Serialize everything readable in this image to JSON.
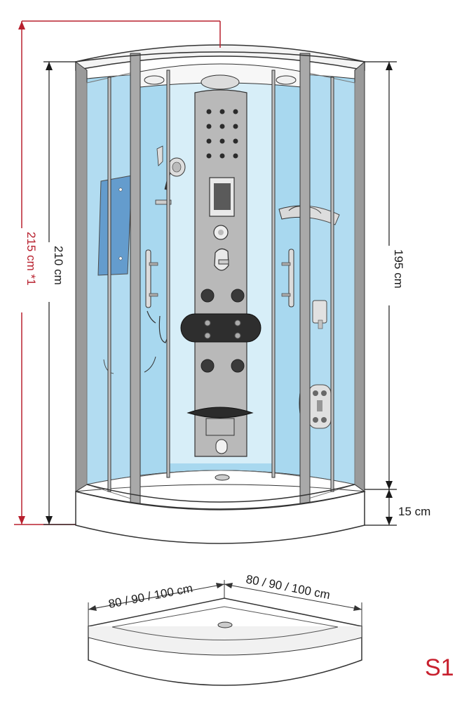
{
  "dimensions": {
    "total_height_label": "215 cm *1",
    "cabin_height_label": "210 cm",
    "glass_height_label": "195 cm",
    "tray_height_label": "15 cm",
    "width_left_label": "80 / 90 / 100 cm",
    "width_right_label": "80 / 90 / 100 cm"
  },
  "variant_label": "S1",
  "colors": {
    "glass": "#a8d8ef",
    "frame": "#a9a9a9",
    "panel": "#b8b8b8",
    "accent_red": "#b8202e",
    "variant_red": "#c8202e",
    "dark": "#2b2b2b"
  },
  "icons": [
    "shower-cabin-drawing",
    "shower-tray-drawing",
    "rain-shower-head-icon",
    "hand-shower-icon",
    "control-display-icon",
    "jet-nozzle-icon",
    "headrest-icon",
    "seat-icon",
    "shelf-icon",
    "handle-icon",
    "soap-dispenser-icon",
    "switch-panel-icon",
    "drain-icon"
  ]
}
